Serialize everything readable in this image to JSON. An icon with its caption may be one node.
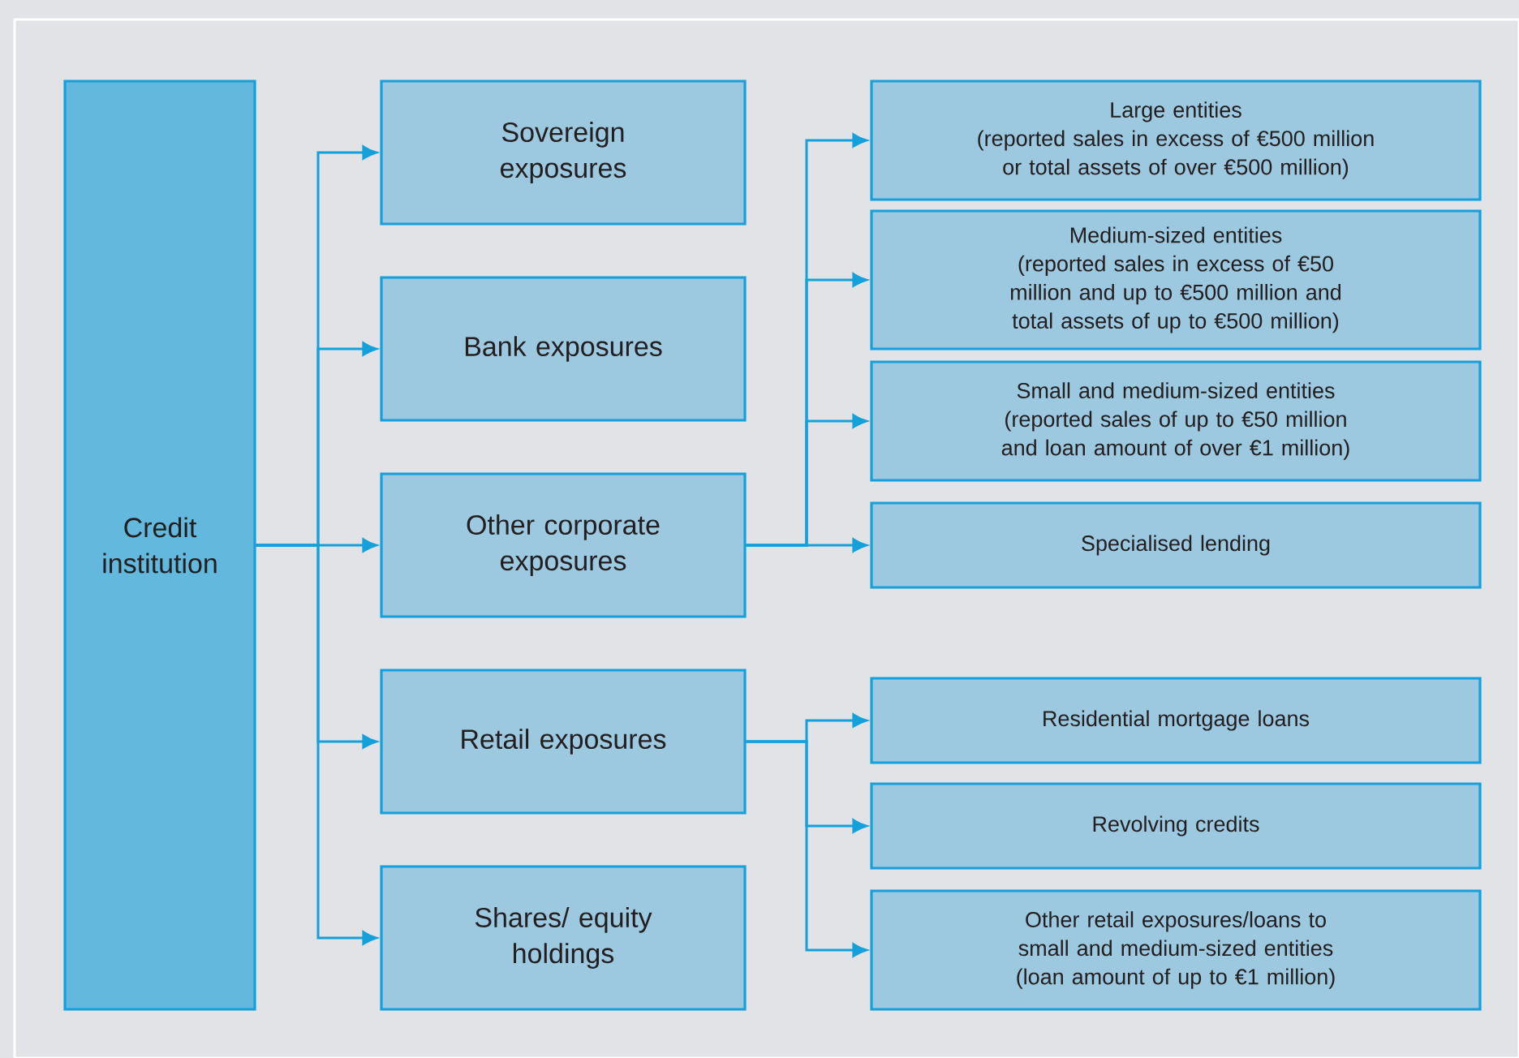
{
  "diagram": {
    "nodes": [
      {
        "text": [
          "Credit institution"
        ]
      },
      {
        "text": [
          "Sovereign exposures"
        ]
      },
      {
        "text": [
          "Bank exposures"
        ]
      },
      {
        "text": [
          "Other corporate exposures"
        ]
      },
      {
        "text": [
          "Retail exposures"
        ]
      },
      {
        "text": [
          "Shares/ equity holdings"
        ]
      },
      {
        "text": [
          "Large entities",
          "(reported sales in excess of €500 million or total assets of over €500 million)"
        ]
      },
      {
        "text": [
          "Medium-sized entities",
          "(reported sales in excess of €50 million and up to €500 million and total assets of up to €500 million)"
        ]
      },
      {
        "text": [
          "Small and medium-sized entities",
          "(reported sales of up to €50 million and loan amount of over €1 million)"
        ]
      },
      {
        "text": [
          "Specialised lending"
        ]
      },
      {
        "text": [
          "Residential mortgage loans"
        ]
      },
      {
        "text": [
          "Revolving credits"
        ]
      },
      {
        "text": [
          "Other retail exposures/loans to small and medium-sized entities (loan amount of up to €1 million)"
        ]
      }
    ],
    "edges": [
      {
        "from": 0,
        "to": 1,
        "arrow": "to"
      },
      {
        "from": 0,
        "to": 2,
        "arrow": "to"
      },
      {
        "from": 0,
        "to": 3,
        "arrow": "to"
      },
      {
        "from": 0,
        "to": 4,
        "arrow": "to"
      },
      {
        "from": 0,
        "to": 5,
        "arrow": "to"
      },
      {
        "from": 3,
        "to": 6,
        "arrow": "to"
      },
      {
        "from": 3,
        "to": 7,
        "arrow": "to"
      },
      {
        "from": 3,
        "to": 8,
        "arrow": "to"
      },
      {
        "from": 3,
        "to": 9,
        "arrow": "to"
      },
      {
        "from": 4,
        "to": 10,
        "arrow": "to"
      },
      {
        "from": 4,
        "to": 11,
        "arrow": "to"
      },
      {
        "from": 4,
        "to": 12,
        "arrow": "to"
      }
    ]
  }
}
